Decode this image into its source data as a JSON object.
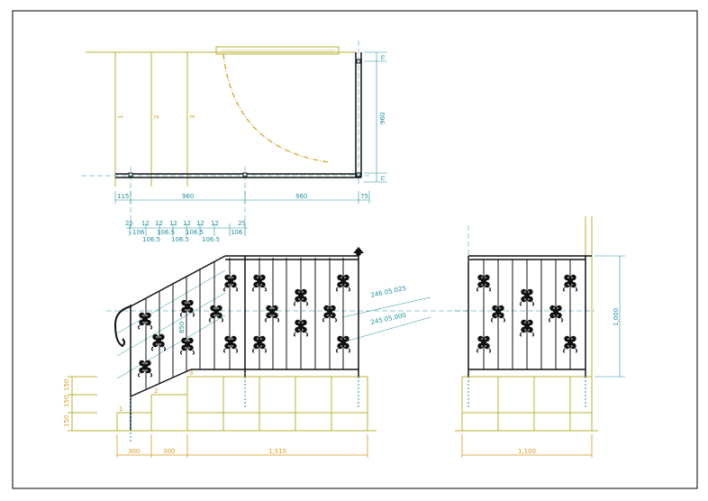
{
  "colors": {
    "frame": "#000000",
    "olive": "#b8b030",
    "orange": "#d89a1a",
    "teal": "#1f8fa0",
    "iron": "#111111"
  },
  "icons": {
    "ornament": "scroll-motif-icon",
    "finial": "finial-icon",
    "handrail_scroll": "handrail-scroll-icon"
  },
  "plan": {
    "step_numbers": [
      "1",
      "2",
      "3"
    ],
    "dim_bottom": [
      "115",
      "960",
      "960",
      "75"
    ],
    "dim_right": [
      "75",
      "960",
      "75"
    ]
  },
  "elevation": {
    "top_dims_row1": [
      "25",
      "12",
      "12",
      "12",
      "12",
      "12",
      "12",
      "25"
    ],
    "top_dims_row2": [
      "106",
      "106.5",
      "106.5",
      "106.5",
      "106.5",
      "106.5",
      "106"
    ],
    "height_rail": "850",
    "callouts": [
      "246.05.025",
      "245.05.000"
    ],
    "steps_left": [
      "150",
      "150",
      "150"
    ],
    "step_numbers": [
      "1",
      "2",
      "3"
    ],
    "bottom_dims": [
      "300",
      "300",
      "1,510"
    ]
  },
  "side": {
    "height": "1,000",
    "bottom_dim": "1,100"
  }
}
